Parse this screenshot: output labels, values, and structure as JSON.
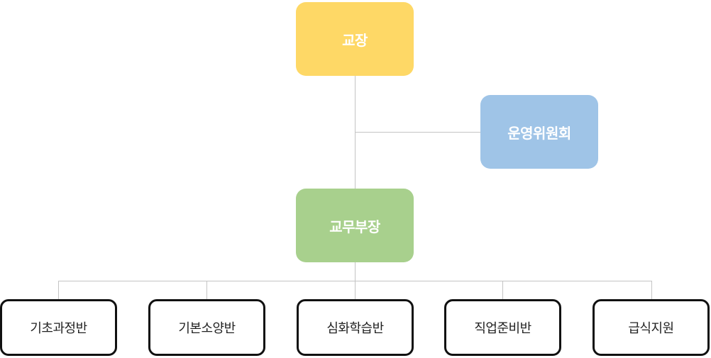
{
  "chart": {
    "principal": {
      "label": "교장",
      "color": "#fed866"
    },
    "committee": {
      "label": "운영위원회",
      "color": "#9fc4e7"
    },
    "director": {
      "label": "교무부장",
      "color": "#a8d08d"
    },
    "units": [
      {
        "label": "기초과정반"
      },
      {
        "label": "기본소양반"
      },
      {
        "label": "심화학습반"
      },
      {
        "label": "직업준비반"
      },
      {
        "label": "급식지원"
      }
    ],
    "line_color": "#c4c4c4",
    "unit_border_color": "#111111"
  }
}
